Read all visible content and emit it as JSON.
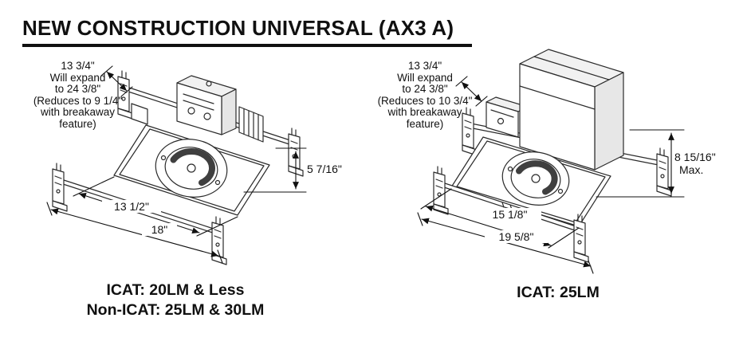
{
  "title": "NEW CONSTRUCTION UNIVERSAL (AX3 A)",
  "left": {
    "note_lines": [
      "13 3/4\"",
      "Will expand",
      "to 24 3/8\"",
      "(Reduces to 9 1/4\"",
      "with breakaway",
      "feature)"
    ],
    "height_dim": "5 7/16\"",
    "width_dim_inner": "13 1/2\"",
    "width_dim_outer": "18\"",
    "caption_lines": [
      "ICAT: 20LM & Less",
      "Non-ICAT: 25LM & 30LM"
    ]
  },
  "right": {
    "note_lines": [
      "13 3/4\"",
      "Will expand",
      "to 24 3/8\"",
      "(Reduces to 10 3/4\"",
      "with breakaway",
      "feature)"
    ],
    "height_dim": "8 15/16\"",
    "height_dim_suffix": "Max.",
    "width_dim_inner": "15 1/8\"",
    "width_dim_outer": "19 5/8\"",
    "caption_lines": [
      "ICAT: 25LM"
    ]
  }
}
